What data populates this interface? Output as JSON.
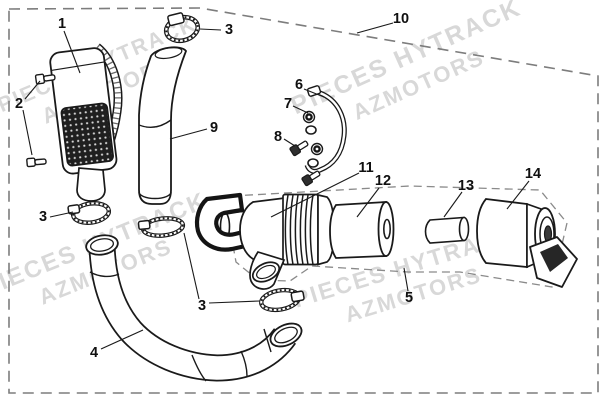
{
  "watermark": {
    "line1": "PIECES HYTRACK",
    "line2": "AZMOTORS"
  },
  "labels": [
    {
      "part": "1"
    },
    {
      "part": "2"
    },
    {
      "part": "3"
    },
    {
      "part": "9"
    },
    {
      "part": "6"
    },
    {
      "part": "7"
    },
    {
      "part": "8"
    },
    {
      "part": "10"
    },
    {
      "part": "11"
    },
    {
      "part": "12"
    },
    {
      "part": "13"
    },
    {
      "part": "14"
    },
    {
      "part": "3"
    },
    {
      "part": "3"
    },
    {
      "part": "4"
    },
    {
      "part": "5"
    }
  ]
}
